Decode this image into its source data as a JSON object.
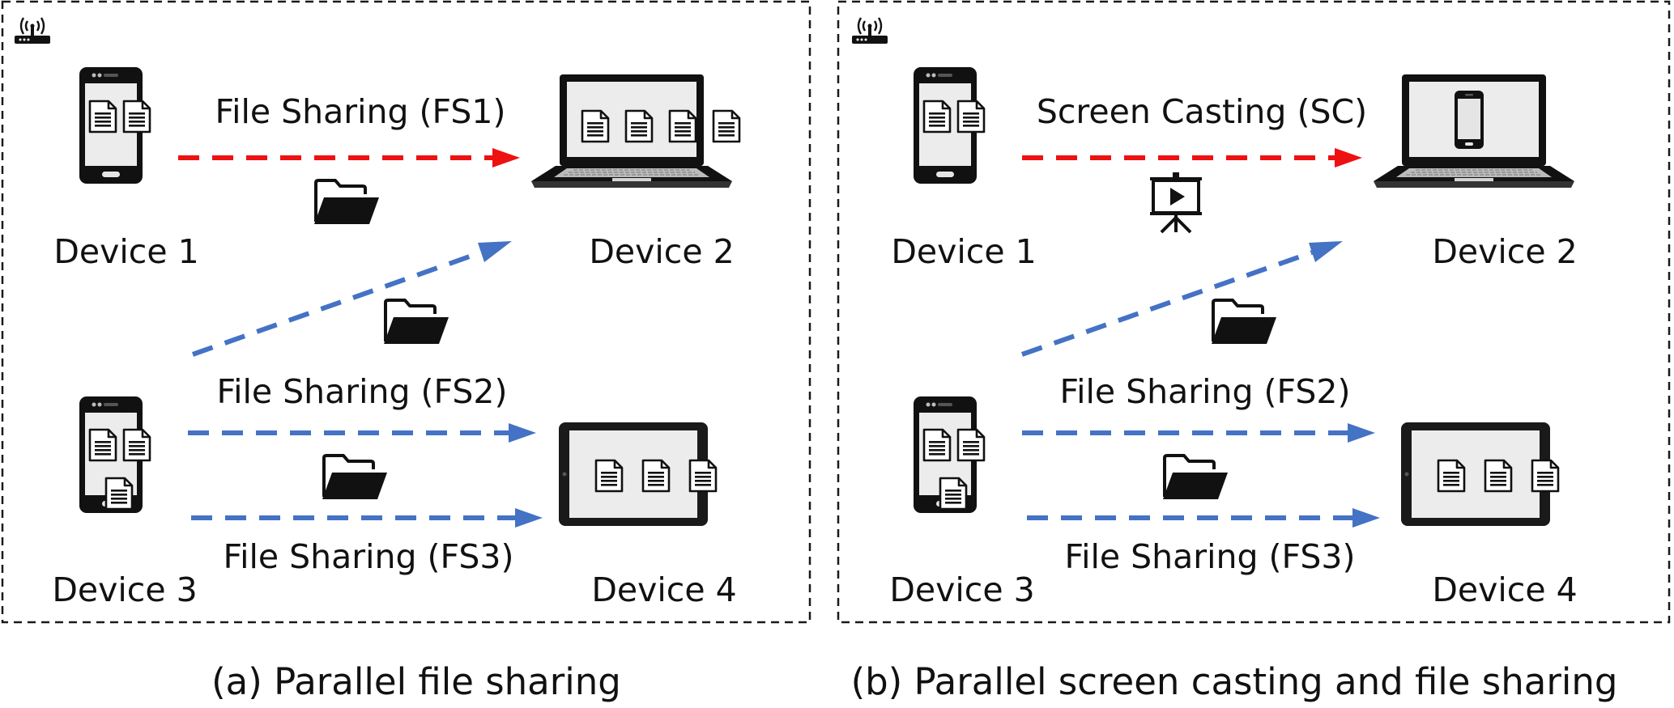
{
  "colors": {
    "primary_flow": "#ee1111",
    "secondary_flow": "#4472c4",
    "outline": "#111111",
    "screen": "#ececec",
    "border": "#1a1a1a"
  },
  "panels": [
    {
      "caption": "(a) Parallel file sharing",
      "devices": {
        "d1": "Device 1",
        "d2": "Device 2",
        "d3": "Device 3",
        "d4": "Device 4"
      },
      "flows": {
        "top": "File Sharing (FS1)",
        "diag": "File Sharing (FS2)",
        "bottom": "File Sharing (FS3)"
      },
      "top_flow_icon": "folder-icon",
      "laptop_content": "documents"
    },
    {
      "caption": "(b) Parallel screen casting and file sharing",
      "devices": {
        "d1": "Device 1",
        "d2": "Device 2",
        "d3": "Device 3",
        "d4": "Device 4"
      },
      "flows": {
        "top": "Screen Casting (SC)",
        "diag": "File Sharing (FS2)",
        "bottom": "File Sharing (FS3)"
      },
      "top_flow_icon": "projector-screen-icon",
      "laptop_content": "phone"
    }
  ]
}
